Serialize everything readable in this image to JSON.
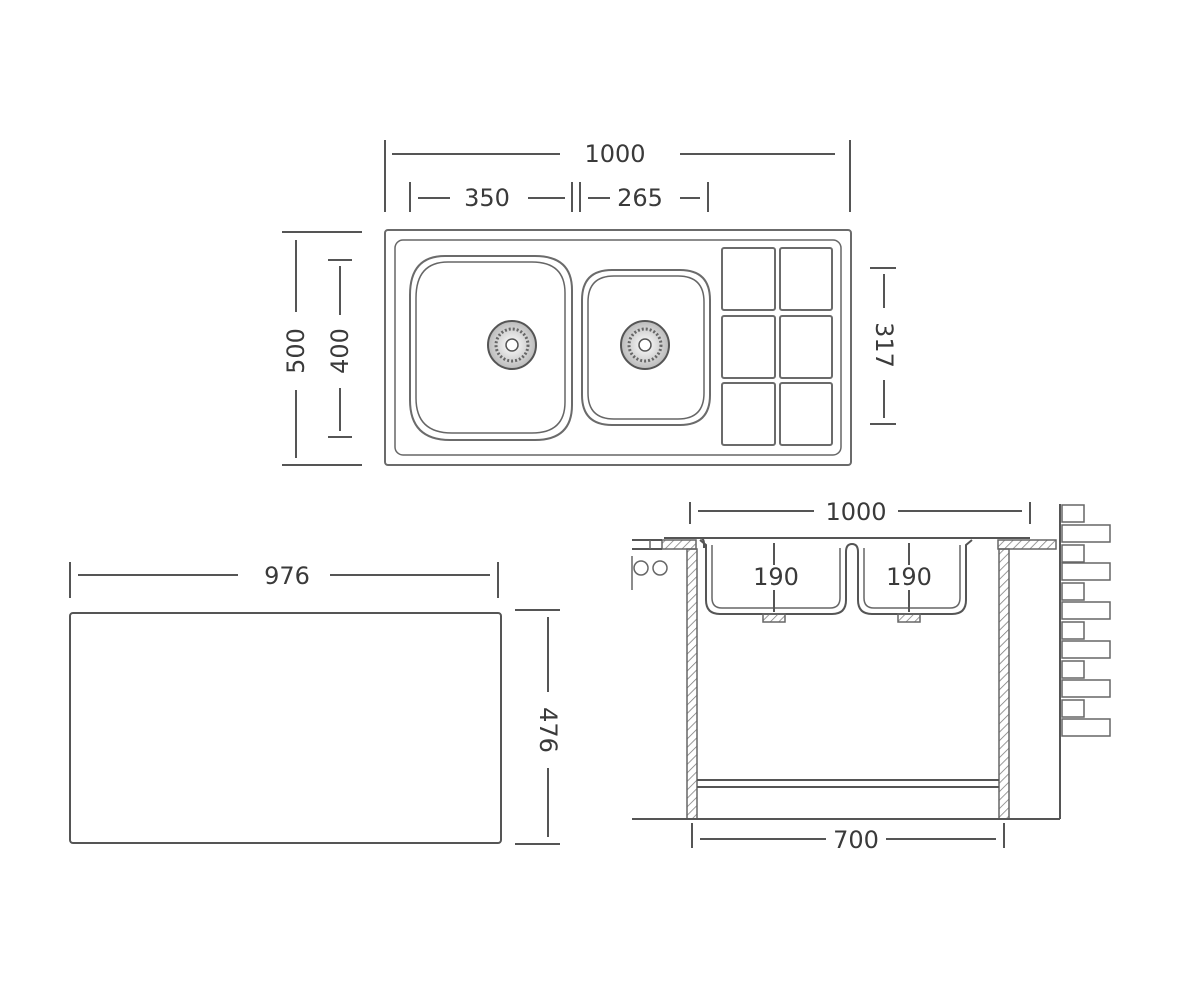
{
  "top_view": {
    "overall_width": "1000",
    "left_bowl_width": "350",
    "right_bowl_width": "265",
    "overall_depth": "500",
    "bowl_depth": "400",
    "drainer_depth": "317"
  },
  "cutout": {
    "width": "976",
    "depth": "476"
  },
  "section_view": {
    "overall_width": "1000",
    "left_bowl_depth": "190",
    "right_bowl_depth": "190",
    "cabinet_width": "700"
  }
}
